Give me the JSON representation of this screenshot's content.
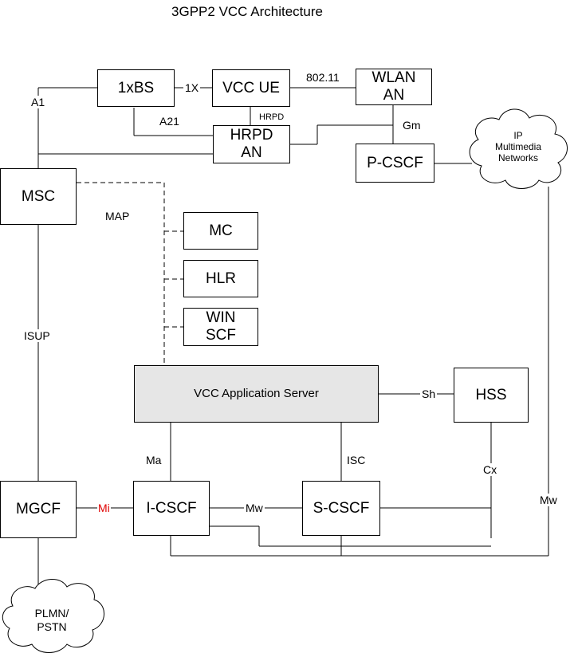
{
  "title": "3GPP2 VCC Architecture",
  "nodes": {
    "bs": "1xBS",
    "vcc_ue": "VCC UE",
    "wlan_an": "WLAN\nAN",
    "hrpd_an": "HRPD\nAN",
    "pcscf": "P-CSCF",
    "msc": "MSC",
    "mc": "MC",
    "hlr": "HLR",
    "win_scf": "WIN\nSCF",
    "vcc_as": "VCC Application Server",
    "hss": "HSS",
    "mgcf": "MGCF",
    "icscf": "I-CSCF",
    "scscf": "S-CSCF"
  },
  "clouds": {
    "ip_networks": "IP\nMultimedia\nNetworks",
    "pstn": "PLMN/\nPSTN"
  },
  "interfaces": {
    "a1": "A1",
    "x1": "1X",
    "wifi": "802.11",
    "a21": "A21",
    "hrpd": "HRPD",
    "gm": "Gm",
    "map": "MAP",
    "isup": "ISUP",
    "sh": "Sh",
    "ma": "Ma",
    "isc": "ISC",
    "cx": "Cx",
    "mi": "Mi",
    "mw_left": "Mw",
    "mw_right": "Mw"
  }
}
